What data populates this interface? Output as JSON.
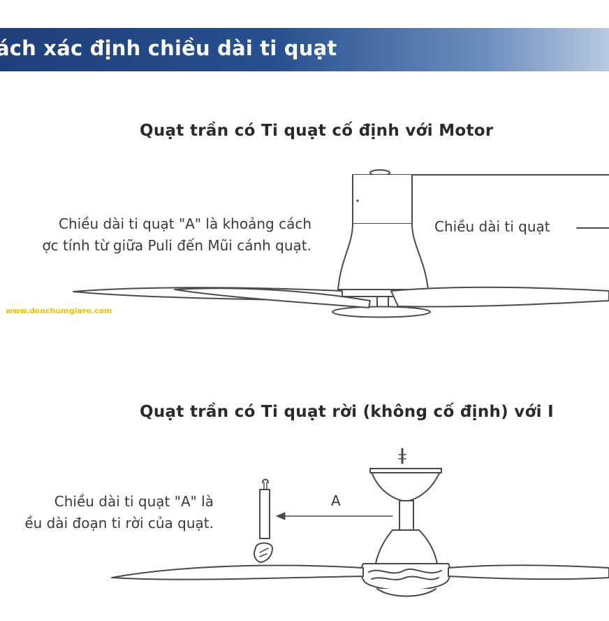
{
  "banner": {
    "title": "ách xác định chiều dài ti quạt"
  },
  "section_fixed": {
    "heading": "Quạt trần có Ti quạt cố định với Motor",
    "note_line1": "Chiều dài ti quạt \"A\" là khoảng cách",
    "note_line2": "ợc tính từ giữa Puli đến Mũi cánh quạt.",
    "rod_label": "Chiều dài ti quạt"
  },
  "section_detached": {
    "heading": "Quạt trần có Ti quạt rời (không cố định) với I",
    "note_line1": "Chiều dài ti quạt \"A\" là",
    "note_line2": "ều dài đoạn ti rời của quạt.",
    "marker": "A"
  },
  "watermark": "www.denchumgiare.com",
  "colors": {
    "banner_start": "#1f3f7c",
    "banner_end": "#b9c9e0",
    "watermark": "#f2c200"
  }
}
